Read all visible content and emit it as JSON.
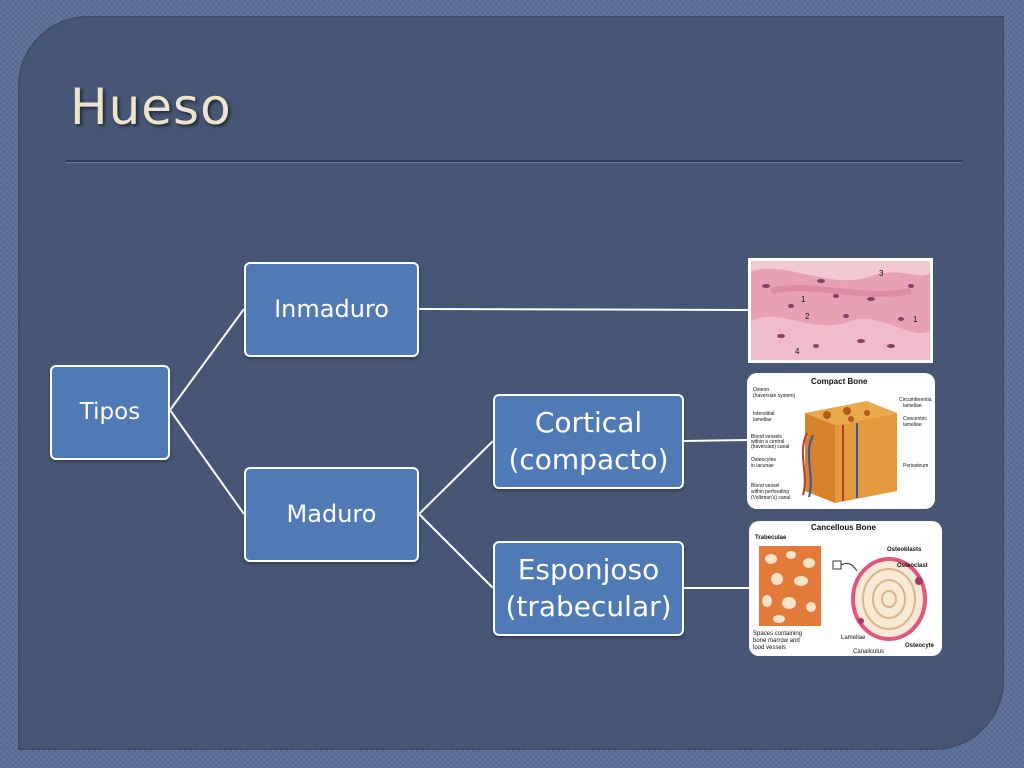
{
  "slide": {
    "title": "Hueso"
  },
  "diagram": {
    "root": "Tipos",
    "branches": [
      {
        "label": "Inmaduro"
      },
      {
        "label": "Maduro",
        "children": [
          {
            "line1": "Cortical",
            "line2": "(compacto)"
          },
          {
            "line1": "Esponjoso",
            "line2": "(trabecular)"
          }
        ]
      }
    ]
  },
  "images": {
    "histology": {
      "labels": [
        "3",
        "1",
        "2",
        "1",
        "4"
      ]
    },
    "compact_bone": {
      "title": "Compact Bone",
      "labels": [
        "Osteon",
        "(haversian system)",
        "Interstitial",
        "lamellae",
        "Blood vessels",
        "within a central",
        "(haversian) canal",
        "Osteocytes",
        "in lacunae",
        "Blood vessel",
        "within perforating",
        "(Volkman's) canal",
        "Circumferentia",
        "lamellae",
        "Concentric",
        "lamellae",
        "Periosteum"
      ]
    },
    "cancellous_bone": {
      "title": "Cancellous Bone",
      "labels": [
        "Trabeculae",
        "Spaces containing",
        "bone marrow and",
        "lood vessels",
        "Osteoblasts",
        "Osteoclast",
        "Lamellae",
        "Canaliculus",
        "Osteocyte"
      ]
    }
  },
  "colors": {
    "background": "#5a7098",
    "panel": "#465674",
    "node_fill": "#4f7ab5",
    "title": "#ede4cc"
  }
}
